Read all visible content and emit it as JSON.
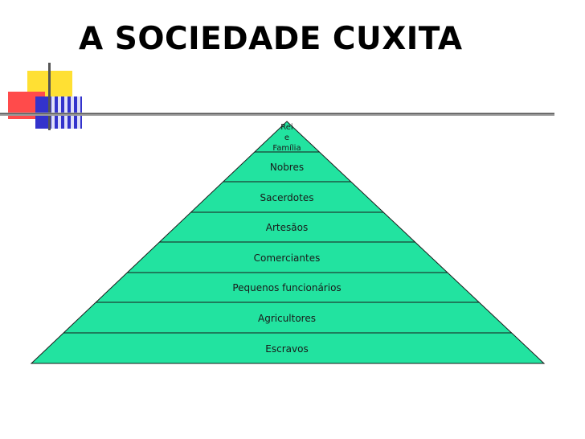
{
  "slide": {
    "title": "A SOCIEDADE CUXITA"
  },
  "pyramid": {
    "fill_color": "#22E3A0",
    "stroke_color": "#1a1a1a",
    "apex": [
      "Rei",
      "e",
      "Família"
    ],
    "levels": [
      "Nobres",
      "Sacerdotes",
      "Artesãos",
      "Comerciantes",
      "Pequenos funcionários",
      "Agricultores",
      "Escravos"
    ]
  },
  "decoration": {
    "yellow": "#FFE033",
    "red": "#FF4B4B",
    "blue": "#3333CC",
    "line": "#555555"
  }
}
